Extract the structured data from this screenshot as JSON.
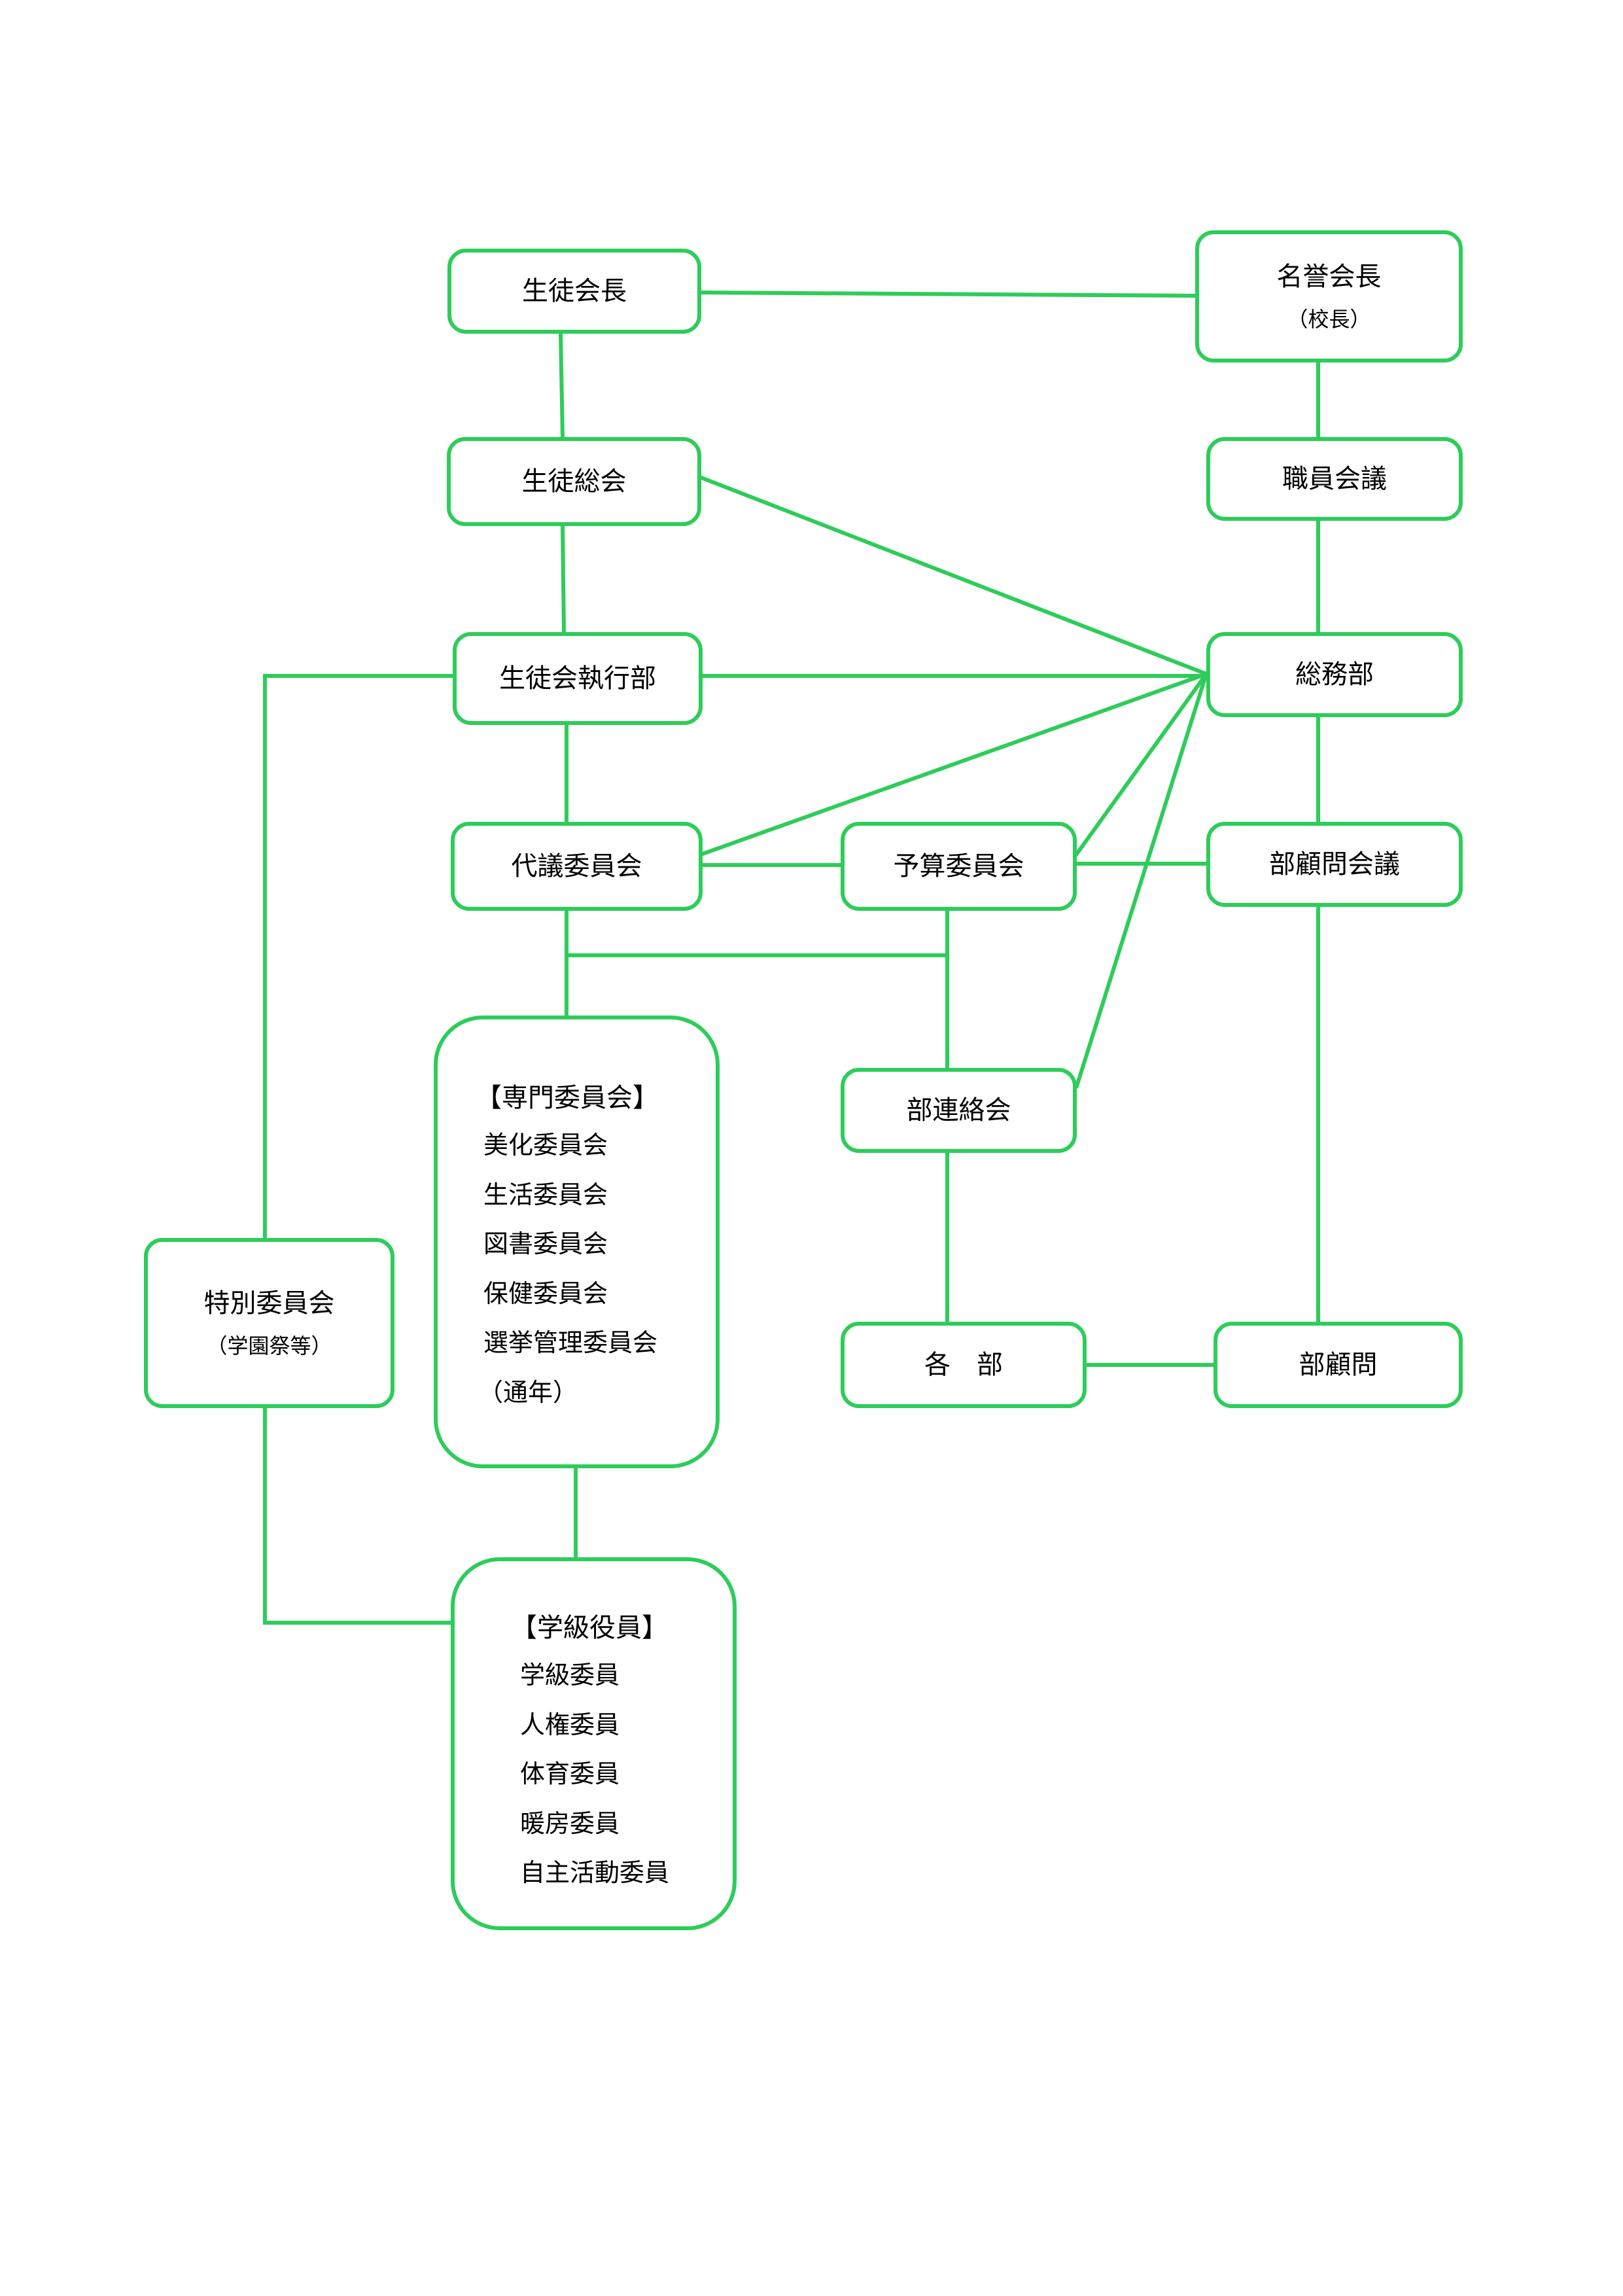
{
  "colors": {
    "line": "#2ecc5a",
    "text": "#000000",
    "background": "#ffffff"
  },
  "nodes": {
    "student_council_president": {
      "label": "生徒会長"
    },
    "honorary_president": {
      "label": "名誉会長",
      "sub": "（校長）"
    },
    "student_general_assembly": {
      "label": "生徒総会"
    },
    "staff_meeting": {
      "label": "職員会議"
    },
    "executive_board": {
      "label": "生徒会執行部"
    },
    "general_affairs": {
      "label": "総務部"
    },
    "representative_committee": {
      "label": "代議委員会"
    },
    "budget_committee": {
      "label": "予算委員会"
    },
    "club_advisors_meeting": {
      "label": "部顧問会議"
    },
    "club_liaison_meeting": {
      "label": "部連絡会"
    },
    "special_committee": {
      "label": "特別委員会",
      "sub": "（学園祭等）"
    },
    "each_club": {
      "label": "各　部"
    },
    "club_advisor": {
      "label": "部顧問"
    },
    "specialist_committees": {
      "heading": "【専門委員会】",
      "items": [
        "美化委員会",
        "生活委員会",
        "図書委員会",
        "保健委員会",
        "選挙管理委員会",
        "（通年）"
      ]
    },
    "class_officers": {
      "heading": "【学級役員】",
      "items": [
        "学級委員",
        "人権委員",
        "体育委員",
        "暖房委員",
        "自主活動委員"
      ]
    }
  }
}
